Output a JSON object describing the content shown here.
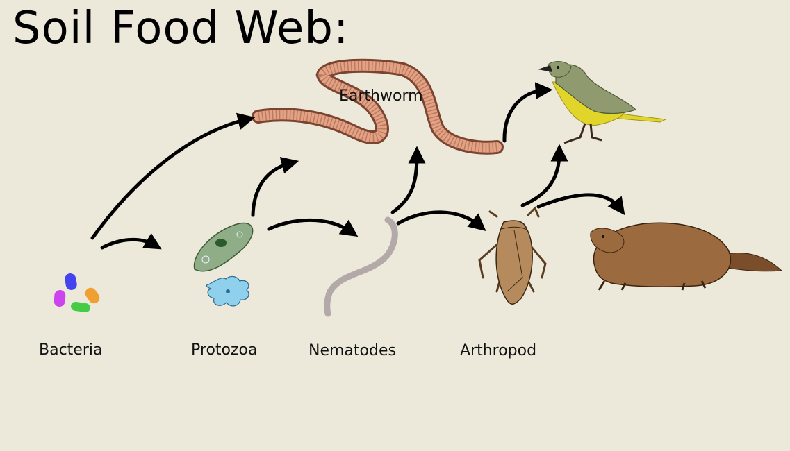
{
  "title": "Soil Food Web:",
  "labels": {
    "bacteria": "Bacteria",
    "protozoa": "Protozoa",
    "nematodes": "Nematodes",
    "arthropod": "Arthropod",
    "earthworm": "Earthworm"
  },
  "colors": {
    "background": "#ece9da",
    "arrow": "#000000",
    "earthworm": "#e3a283",
    "nematode": "#b3a9a9",
    "bird_body": "#8f9a6f",
    "bird_belly": "#e1d52a",
    "arthropod": "#b58a5c",
    "groundhog": "#9b6a3e",
    "protozoa_green": "#8fae88",
    "amoeba_blue": "#8fd0ec"
  },
  "icons": [
    "bacteria-icon",
    "paramecium-icon",
    "amoeba-icon",
    "nematode-icon",
    "earthworm-icon",
    "arthropod-icon",
    "bird-icon",
    "groundhog-icon"
  ]
}
